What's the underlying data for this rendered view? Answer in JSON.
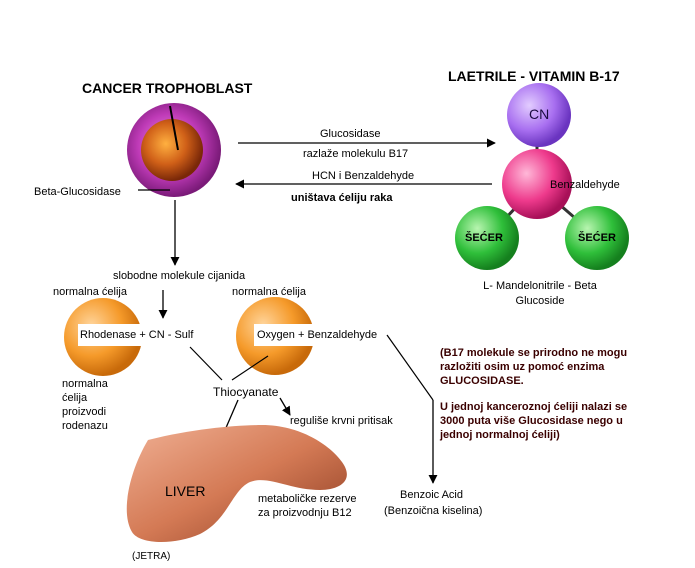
{
  "cancer": {
    "title": "CANCER  TROPHOBLAST",
    "enzyme_label": "Beta-Glucosidase"
  },
  "laetrile": {
    "title": "LAETRILE - VITAMIN B-17",
    "cn": "CN",
    "benzaldehyde": "Benzaldehyde",
    "sugar_left": "ŠEĆER",
    "sugar_right": "ŠEĆER",
    "caption_line1": "L- Mandelonitrile - Beta",
    "caption_line2": "Glucoside"
  },
  "arrows": {
    "top_line1": "Glucosidase",
    "top_line2": "razlaže molekulu B17",
    "bottom_line1": "HCN i Benzaldehyde",
    "bottom_line2": "uništava ćeliju raka"
  },
  "free_cyanide": "slobodne molekule cijanida",
  "normal_cell_left": {
    "label": "normalna ćelija",
    "reaction": "Rhodenase + CN - Sulf",
    "note_lines": [
      "normalna",
      "ćelija",
      "proizvodi",
      "rodenazu"
    ]
  },
  "normal_cell_right": {
    "label": "normalna ćelija",
    "reaction": "Oxygen + Benzaldehyde"
  },
  "thiocyanate": "Thiocyanate",
  "blood_pressure": "reguliše krvni pritisak",
  "liver": {
    "label": "LIVER",
    "caption": "(JETRA)",
    "reserve_line1": "metaboličke rezerve",
    "reserve_line2": "za proizvodnju B12"
  },
  "benzoic": {
    "line1": "Benzoic Acid",
    "line2": "(Benzoična kiselina)"
  },
  "info": {
    "para1_lines": [
      "(B17 molekule se prirodno ne mogu",
      "razložiti osim uz pomoć enzima",
      "GLUCOSIDASE."
    ],
    "para2_lines": [
      "U jednoj kanceroznoj ćeliji nalazi se",
      "3000 puta više Glucosidase nego u",
      "jednoj normalnoj ćeliji)"
    ]
  },
  "colors": {
    "cancer_outer": "#c03bb8",
    "cancer_core": "#c85818",
    "cn_node": "#a86ff0",
    "benzaldehyde_node": "#ee3a8c",
    "sugar_node": "#2fbf3a",
    "normal_cell": "#f59a2a",
    "liver": "#d47a55",
    "info_text": "#3a0000"
  }
}
